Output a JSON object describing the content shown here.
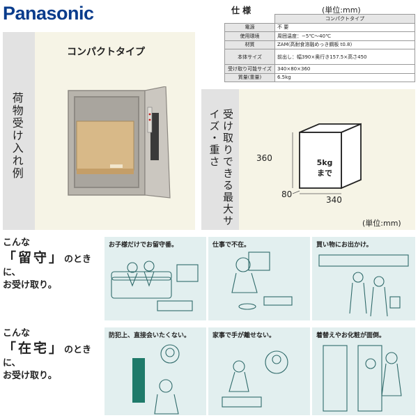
{
  "brand": {
    "logo": "Panasonic",
    "color": "#0a3c8c"
  },
  "spec": {
    "title": "仕 様",
    "unit": "(単位:mm)",
    "column_header": "コンパクトタイプ",
    "rows": [
      {
        "key": "電源",
        "value": "不 要"
      },
      {
        "key": "使用環境",
        "value": "周囲温度：−5℃〜40℃"
      },
      {
        "key": "材質",
        "value": "ZAM(高耐食溶融めっき鋼板 t0.8)"
      },
      {
        "key": "本体サイズ",
        "value": "前出し：幅390×奥行き157.5×高さ450"
      },
      {
        "key": "受け取り可能サイズ",
        "value": "340×80×360"
      },
      {
        "key": "質量(重量)",
        "value": "6.5kg"
      }
    ]
  },
  "example": {
    "side_label": "荷物受け入れ例",
    "product_label": "コンパクトタイプ"
  },
  "max": {
    "side_label": "受け取りできる最大サイズ・重さ",
    "weight": "5kg",
    "weight_suffix": "まで",
    "height": "360",
    "depth": "80",
    "width": "340",
    "unit": "(単位:mm)"
  },
  "rows": [
    {
      "intro_pre": "こんな",
      "intro_word": "「留守」",
      "intro_post": "のときに、",
      "intro_end": "お受け取り。",
      "scenes": [
        "お子様だけでお留守番。",
        "仕事で不在。",
        "買い物にお出かけ。"
      ]
    },
    {
      "intro_pre": "こんな",
      "intro_word": "「在宅」",
      "intro_post": "のときに、",
      "intro_end": "お受け取り。",
      "scenes": [
        "防犯上、直接会いたくない。",
        "家事で手が離せない。",
        "着替えやお化粧が面倒。"
      ]
    }
  ]
}
